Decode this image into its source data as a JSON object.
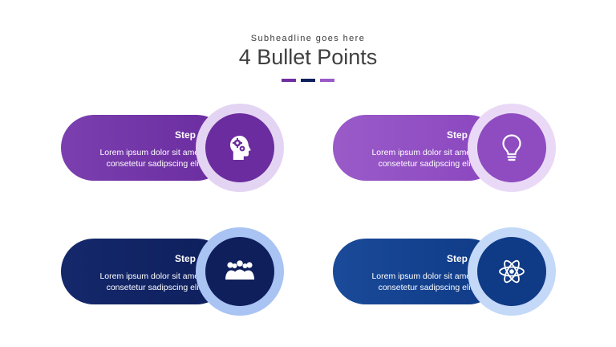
{
  "header": {
    "subheadline": "Subheadline goes here",
    "title": "4 Bullet Points"
  },
  "accent_dashes": [
    "#7030a0",
    "#0e1f5c",
    "#9a5bc9"
  ],
  "steps": [
    {
      "label": "Step 1",
      "line1": "Lorem ipsum dolor sit amet,",
      "line2": "consetetur sadipscing elitr",
      "icon": "head-gears-icon",
      "color": "#6a2c9e"
    },
    {
      "label": "Step 2",
      "line1": "Lorem ipsum dolor sit amet,",
      "line2": "consetetur sadipscing elitr",
      "icon": "lightbulb-icon",
      "color": "#8e4cc0"
    },
    {
      "label": "Step 3",
      "line1": "Lorem ipsum dolor sit amet,",
      "line2": "consetetur sadipscing elitr",
      "icon": "team-meeting-icon",
      "color": "#0e1f5c"
    },
    {
      "label": "Step 4",
      "line1": "Lorem ipsum dolor sit amet,",
      "line2": "consetetur sadipscing elitr",
      "icon": "atom-icon",
      "color": "#0f3a86"
    }
  ]
}
